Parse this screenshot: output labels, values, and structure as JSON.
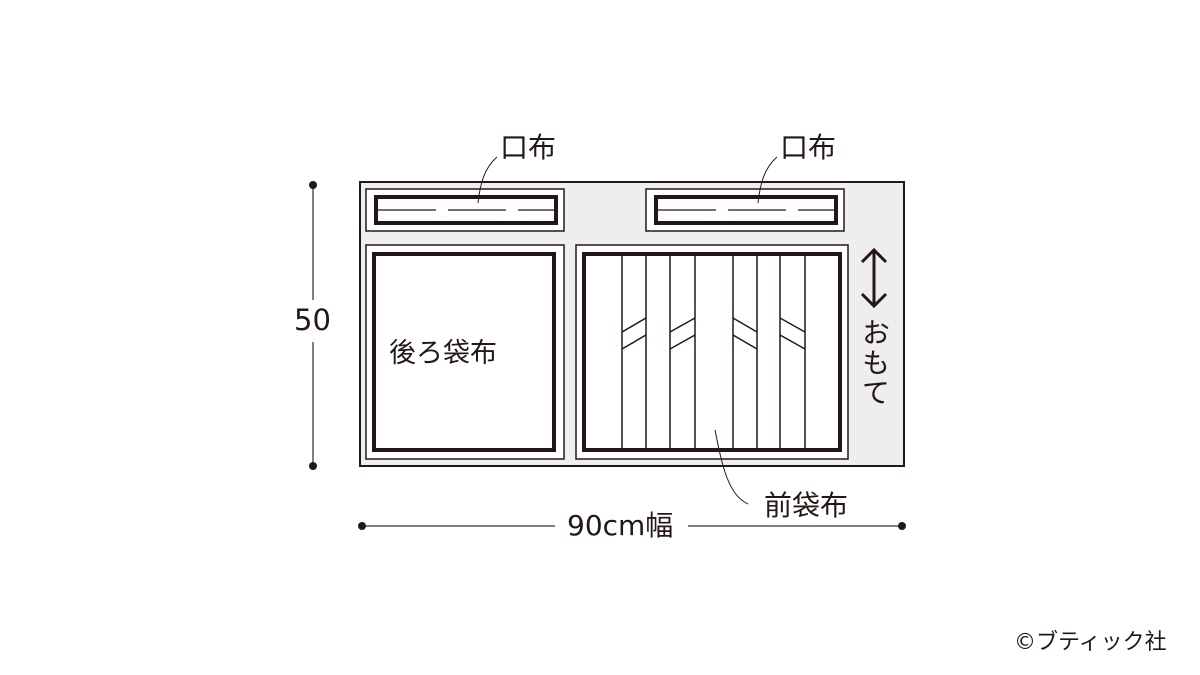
{
  "diagram": {
    "type": "fabric-cutting-layout",
    "labels": {
      "top_left_piece": "口布",
      "top_right_piece": "口布",
      "back_bag": "後ろ袋布",
      "front_bag": "前袋布",
      "grain_direction": "おもて",
      "height_dim": "50",
      "width_dim": "90cm幅"
    },
    "copyright": "©ブティック社",
    "colors": {
      "fabric_fill": "#eeeeee",
      "line": "#231815",
      "piece_fill": "#ffffff"
    }
  }
}
